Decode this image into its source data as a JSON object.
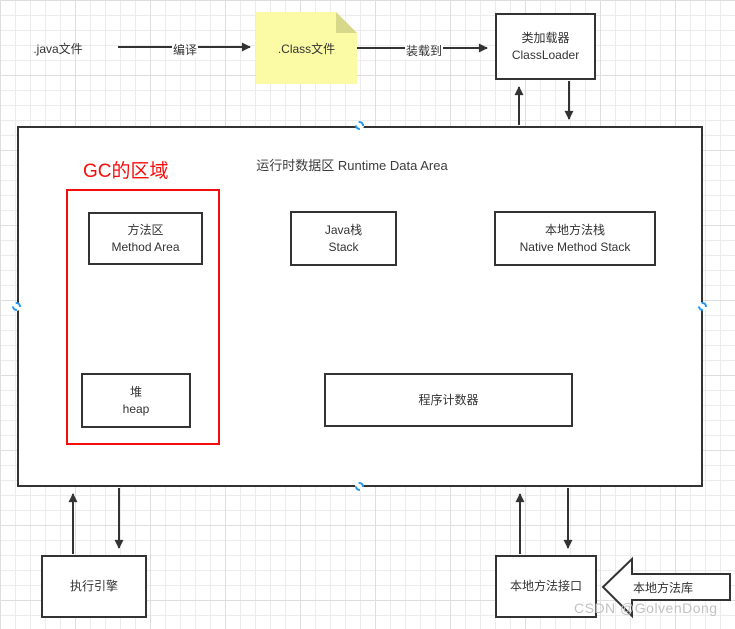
{
  "flow": {
    "java_file": ".java文件",
    "compile": "编译",
    "class_file": ".Class文件",
    "load": "装载到",
    "classloader_zh": "类加载器",
    "classloader_en": "ClassLoader"
  },
  "runtime": {
    "title": "运行时数据区 Runtime Data Area",
    "gc_label": "GC的区域",
    "method_area_zh": "方法区",
    "method_area_en": "Method Area",
    "java_stack_zh": "Java栈",
    "java_stack_en": "Stack",
    "native_stack_zh": "本地方法栈",
    "native_stack_en": "Native Method Stack",
    "heap_zh": "堆",
    "heap_en": "heap",
    "program_counter": "程序计数器"
  },
  "bottom": {
    "exec_engine": "执行引擎",
    "native_interface": "本地方法接口",
    "native_library": "本地方法库"
  },
  "watermark": "CSDN @GolvenDong",
  "colors": {
    "line": "#333333",
    "gc_red": "#f50d0d",
    "note_bg": "#fbfba5",
    "note_fold": "#d8d88a",
    "handle_blue": "#2196f3",
    "watermark_gray": "#c2c2c2"
  }
}
